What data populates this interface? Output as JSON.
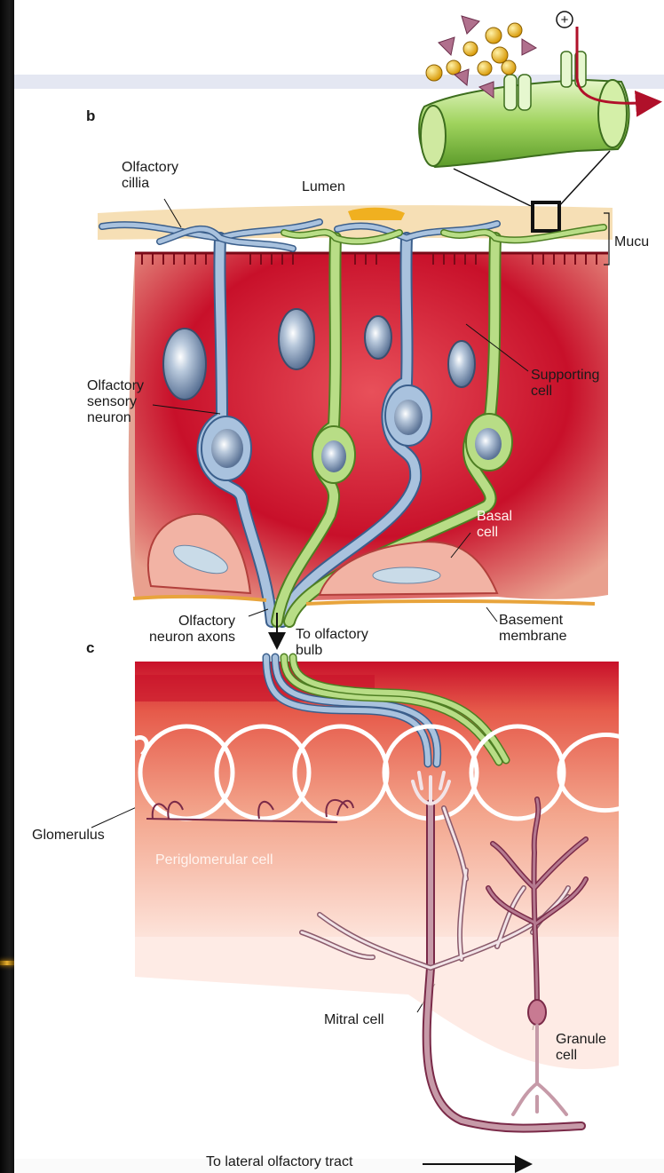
{
  "panels": {
    "b": "b",
    "c": "c"
  },
  "labels": {
    "olfactory_cillia": "Olfactory\ncillia",
    "lumen": "Lumen",
    "mucus": "Mucu",
    "olfactory_sensory_neuron": "Olfactory\nsensory\nneuron",
    "supporting_cell": "Supporting\ncell",
    "basal_cell": "Basal\ncell",
    "olfactory_neuron_axons": "Olfactory\nneuron axons",
    "to_olfactory_bulb": "To olfactory\nbulb",
    "basement_membrane": "Basement\nmembrane",
    "glomerulus": "Glomerulus",
    "periglomerular_cell": "Periglomerular cell",
    "mitral_cell": "Mitral cell",
    "granule_cell": "Granule\ncell",
    "to_lateral_olfactory_tract": "To lateral olfactory tract"
  },
  "symbols": {
    "plus": "+"
  },
  "colors": {
    "tissue_red": "#c8102a",
    "tissue_pink": "#f2b3a4",
    "neuron_blue": "#a9c2de",
    "support_green": "#b8dd86",
    "mitral_purple": "#7a2a48"
  }
}
